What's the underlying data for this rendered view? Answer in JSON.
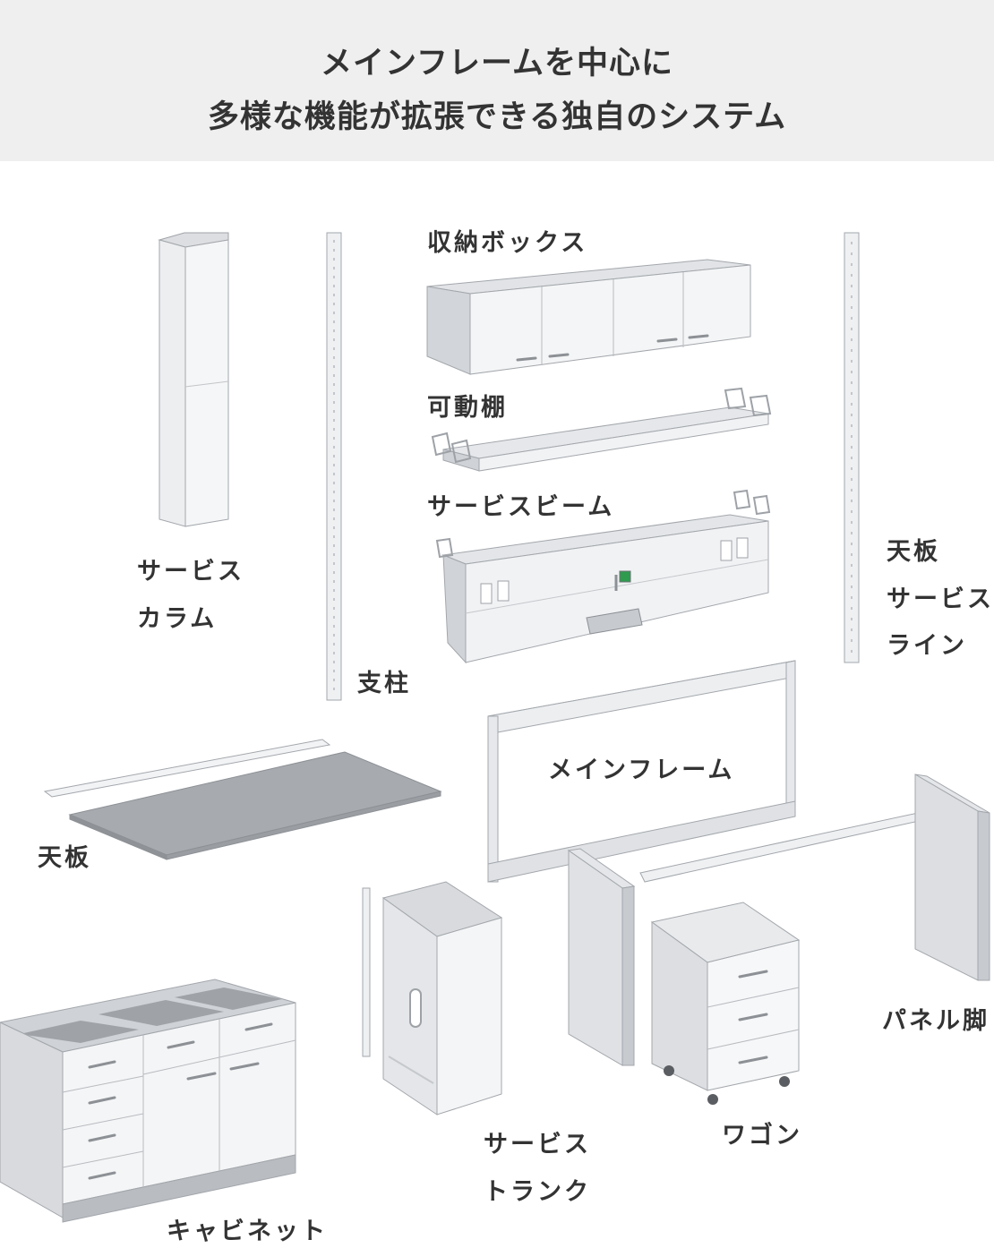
{
  "header": {
    "line1": "メインフレームを中心に",
    "line2": "多様な機能が拡張できる独自のシステム"
  },
  "labels": {
    "storage_box": "収納ボックス",
    "movable_shelf": "可動棚",
    "service_beam": "サービスビーム",
    "service_column_1": "サービス",
    "service_column_2": "カラム",
    "post": "支柱",
    "top_service_line_1": "天板",
    "top_service_line_2": "サービス",
    "top_service_line_3": "ライン",
    "main_frame": "メインフレーム",
    "tabletop": "天板",
    "service_trunk_1": "サービス",
    "service_trunk_2": "トランク",
    "wagon": "ワゴン",
    "panel_leg": "パネル脚",
    "cabinet": "キャビネット"
  },
  "colors": {
    "header_bg": "#efefef",
    "text": "#333333",
    "part_light": "#f1f2f4",
    "part_mid": "#dfe1e4",
    "part_dark": "#b9bcc1",
    "tabletop": "#a7aaae",
    "outlet_green": "#2e9b4f"
  }
}
